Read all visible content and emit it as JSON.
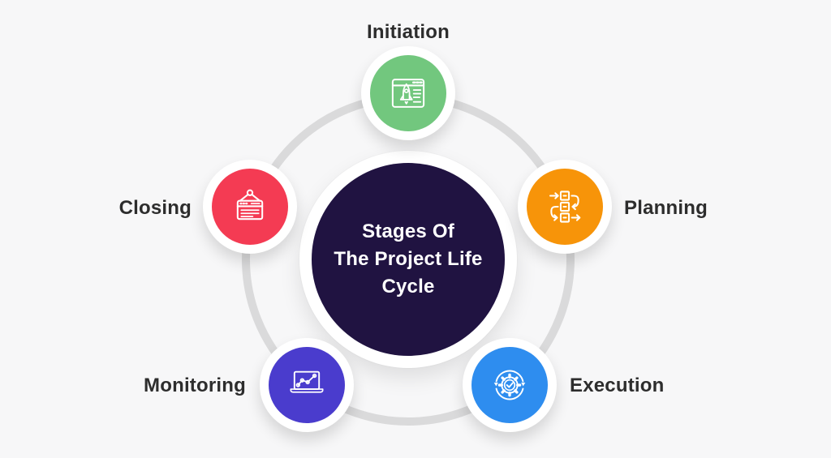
{
  "title": {
    "line1": "Stages Of",
    "line2": "The Project Life",
    "line3": "Cycle"
  },
  "colors": {
    "background": "#f7f7f8",
    "ring": "#dadadb",
    "center_circle": "#201341",
    "center_text": "#ffffff",
    "label_text": "#2d2d2d"
  },
  "stages": [
    {
      "id": "initiation",
      "label": "Initiation",
      "color": "#72c77e",
      "icon": "rocket-launch-window-icon",
      "position": "top"
    },
    {
      "id": "planning",
      "label": "Planning",
      "color": "#f79409",
      "icon": "workflow-steps-icon",
      "position": "right"
    },
    {
      "id": "execution",
      "label": "Execution",
      "color": "#2e8def",
      "icon": "gear-check-cycle-icon",
      "position": "bottom-right"
    },
    {
      "id": "monitoring",
      "label": "Monitoring",
      "color": "#4a3ccd",
      "icon": "laptop-chart-icon",
      "position": "bottom-left"
    },
    {
      "id": "closing",
      "label": "Closing",
      "color": "#f43b53",
      "icon": "hanging-sign-icon",
      "position": "left"
    }
  ]
}
